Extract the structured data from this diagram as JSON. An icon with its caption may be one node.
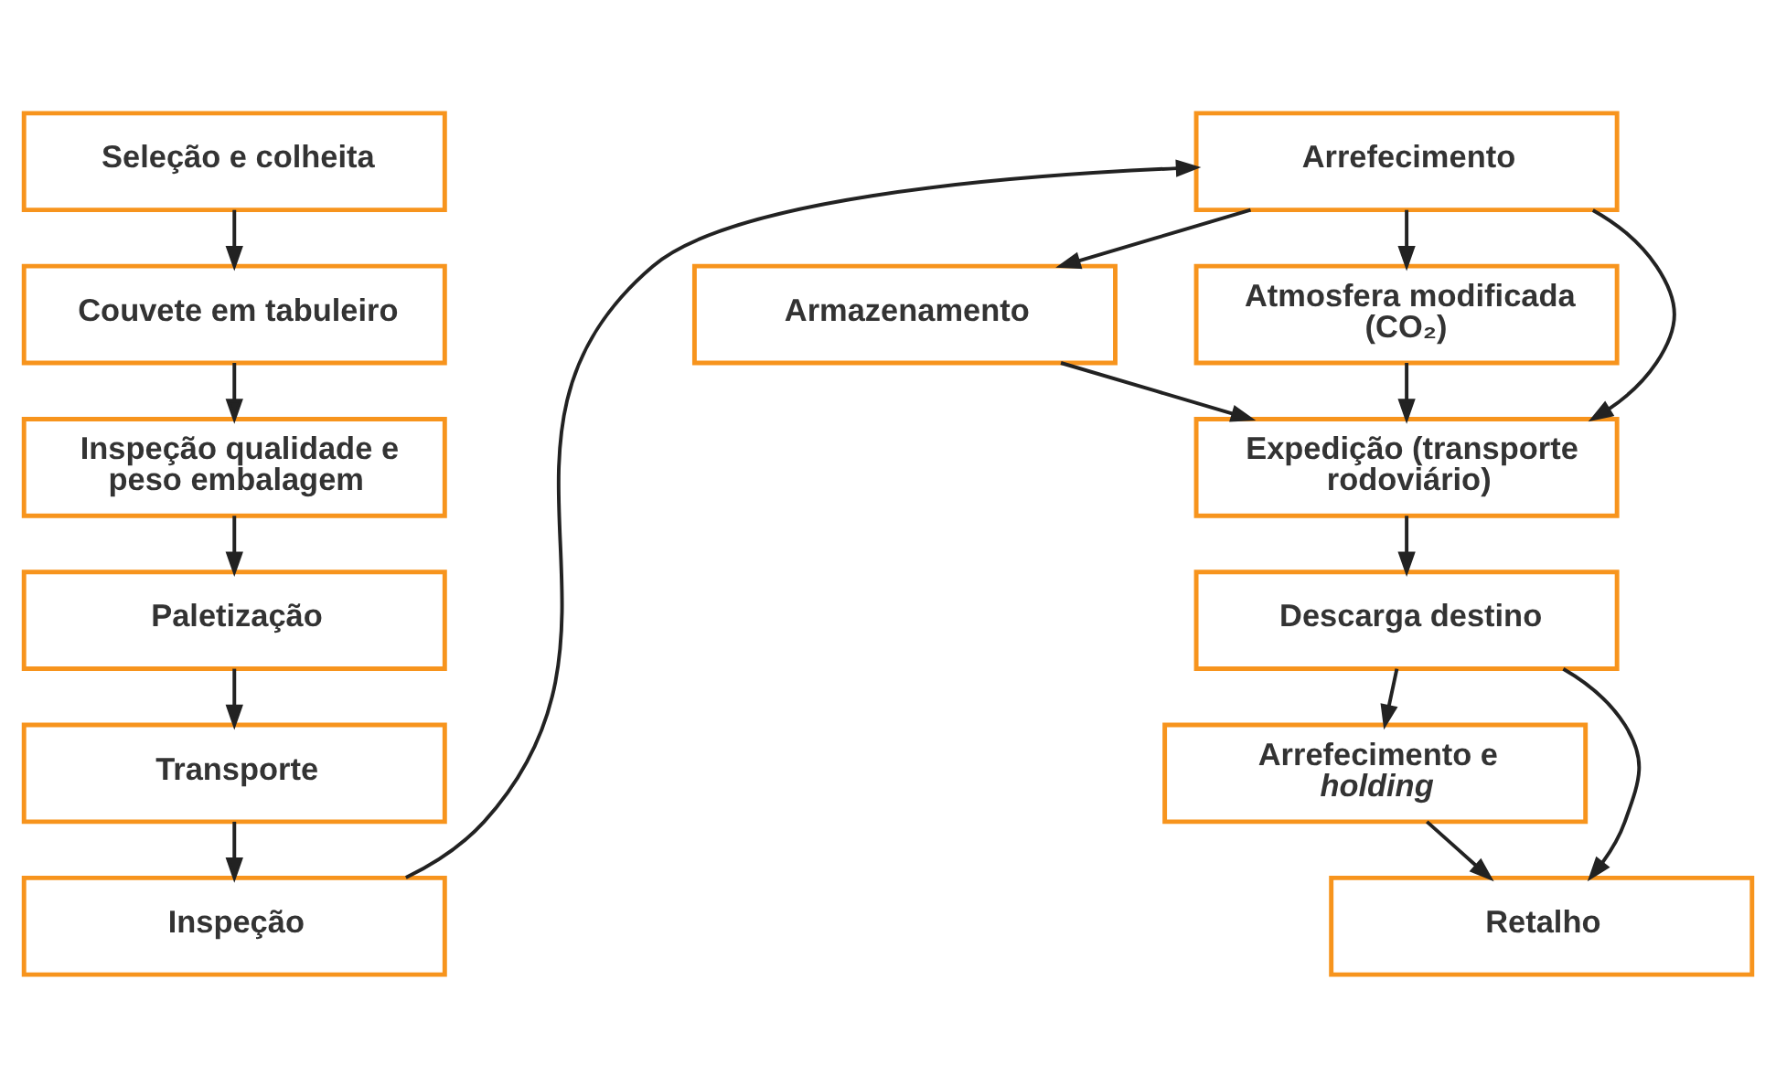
{
  "diagram": {
    "nodes": [
      {
        "text": [
          "Seleção e colheita"
        ]
      },
      {
        "text": [
          "Couvete em tabuleiro"
        ]
      },
      {
        "text": [
          "Inspeção qualidade e peso embalagem"
        ]
      },
      {
        "text": [
          "Paletização"
        ]
      },
      {
        "text": [
          "Transporte"
        ]
      },
      {
        "text": [
          "Inspeção"
        ]
      },
      {
        "text": [
          "Arrefecimento"
        ]
      },
      {
        "text": [
          "Armazenamento"
        ]
      },
      {
        "text": [
          "Atmosfera modificada (CO₂)"
        ]
      },
      {
        "text": [
          "Expedição (transporte rodoviário)"
        ]
      },
      {
        "text": [
          "Descarga destino"
        ]
      },
      {
        "text": [
          "Arrefecimento e *holding*"
        ]
      },
      {
        "text": [
          "Retalho"
        ]
      }
    ],
    "edges": [
      {
        "from": 0,
        "to": 1,
        "arrow": "to"
      },
      {
        "from": 1,
        "to": 2,
        "arrow": "to"
      },
      {
        "from": 2,
        "to": 3,
        "arrow": "to"
      },
      {
        "from": 3,
        "to": 4,
        "arrow": "to"
      },
      {
        "from": 4,
        "to": 5,
        "arrow": "to"
      },
      {
        "from": 5,
        "to": 6,
        "arrow": "to"
      },
      {
        "from": 6,
        "to": 7,
        "arrow": "to"
      },
      {
        "from": 6,
        "to": 8,
        "arrow": "to"
      },
      {
        "from": 6,
        "to": 9,
        "arrow": "to"
      },
      {
        "from": 7,
        "to": 9,
        "arrow": "to"
      },
      {
        "from": 8,
        "to": 9,
        "arrow": "to"
      },
      {
        "from": 9,
        "to": 10,
        "arrow": "to"
      },
      {
        "from": 10,
        "to": 11,
        "arrow": "to"
      },
      {
        "from": 10,
        "to": 12,
        "arrow": "to"
      },
      {
        "from": 11,
        "to": 12,
        "arrow": "to"
      }
    ]
  }
}
